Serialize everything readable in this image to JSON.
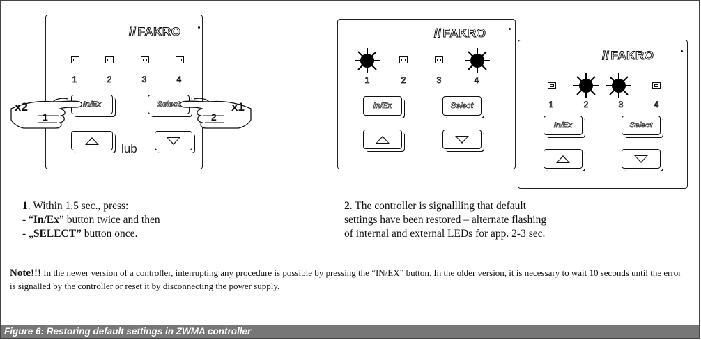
{
  "brand": {
    "logo_text": "FAKRO",
    "logo_slash": "//"
  },
  "led_numbers": [
    "1",
    "2",
    "3",
    "4"
  ],
  "buttons": {
    "inex": "In/Ex",
    "select": "Select"
  },
  "diagram1": {
    "lub_text": "lub",
    "left_multiplier": "x2",
    "right_multiplier": "x1",
    "left_step": "1",
    "right_step": "2"
  },
  "step1": {
    "number": "1",
    "line1": ". Within 1.5 sec., press:",
    "line2_prefix": "- “",
    "line2_bold": "In/Ex",
    "line2_suffix": "” button twice and then",
    "line3_prefix": "- „",
    "line3_bold": "SELECT”",
    "line3_suffix": " button once."
  },
  "step2": {
    "number": "2",
    "line1": ". The controller is signallling that default",
    "line2": "settings have been restored – alternate flashing",
    "line3": "of internal and external LEDs for app. 2-3 sec."
  },
  "note": {
    "bold": "Note!!!",
    "text": " In the newer version of a controller, interrupting any procedure is possible by pressing the “IN/EX” button. In the older version, it is necessary to wait 10 seconds until the error is signalled by the controller or reset it by disconnecting the power supply."
  },
  "caption": "Figure 6: Restoring default settings in ZWMA controller",
  "icons": [
    "led-icon",
    "led-burst-icon",
    "up-arrow-icon",
    "down-arrow-icon",
    "hand-icon"
  ]
}
